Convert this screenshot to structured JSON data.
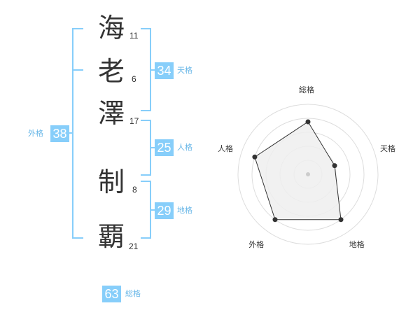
{
  "name": {
    "chars": [
      {
        "char": "海",
        "strokes": "11"
      },
      {
        "char": "老",
        "strokes": "6"
      },
      {
        "char": "澤",
        "strokes": "17"
      },
      {
        "char": "制",
        "strokes": "8"
      },
      {
        "char": "覇",
        "strokes": "21"
      }
    ]
  },
  "grids": {
    "tenkaku": {
      "value": "34",
      "label": "天格"
    },
    "jinkaku": {
      "value": "25",
      "label": "人格"
    },
    "chikaku": {
      "value": "29",
      "label": "地格"
    },
    "gaikaku": {
      "value": "38",
      "label": "外格"
    },
    "soukaku": {
      "value": "63",
      "label": "総格"
    }
  },
  "colors": {
    "accent": "#87cefa",
    "label": "#6bb8e8",
    "bracket": "#87cefa",
    "radar_fill": "#eeeeee",
    "radar_stroke": "#333333",
    "ring": "#dddddd"
  },
  "chart_data": {
    "type": "radar",
    "axes": [
      "総格",
      "天格",
      "地格",
      "外格",
      "人格"
    ],
    "values": [
      0.75,
      0.4,
      0.8,
      0.8,
      0.8
    ],
    "range": [
      0,
      1
    ],
    "rings": 5
  }
}
